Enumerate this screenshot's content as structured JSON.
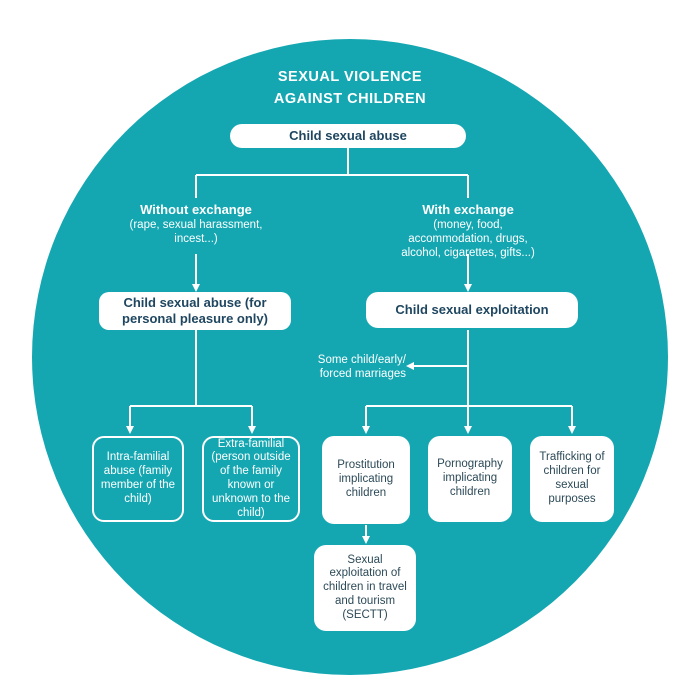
{
  "colors": {
    "circle": "#14a7b2",
    "white": "#ffffff",
    "pill_text": "#1f4660",
    "box_text": "#2c4a58"
  },
  "title": {
    "line1": "SEXUAL VIOLENCE",
    "line2": "AGAINST CHILDREN"
  },
  "root": {
    "label": "Child sexual abuse"
  },
  "without_exchange": {
    "heading": "Without exchange",
    "detail_line1": "(rape, sexual harassment,",
    "detail_line2": "incest...)"
  },
  "with_exchange": {
    "heading": "With exchange",
    "detail_line1": "(money, food,",
    "detail_line2": "accommodation, drugs,",
    "detail_line3": "alcohol, cigarettes, gifts...)"
  },
  "personal_pleasure": {
    "line1": "Child sexual abuse (for",
    "line2": "personal pleasure only)"
  },
  "exploitation": {
    "label": "Child sexual exploitation"
  },
  "marriages": {
    "line1": "Some child/early/",
    "line2": "forced marriages"
  },
  "intra_familial": {
    "text": "Intra-familial abuse (family member of the child)"
  },
  "extra_familial": {
    "text": "Extra-familial (person outside of the family known or unknown to the child)"
  },
  "prostitution": {
    "text": "Prostitution implicating children"
  },
  "pornography": {
    "text": "Pornography implicating children"
  },
  "trafficking": {
    "text": "Trafficking of children for sexual purposes"
  },
  "sectt": {
    "text": "Sexual exploitation of children in travel and tourism (SECTT)"
  }
}
